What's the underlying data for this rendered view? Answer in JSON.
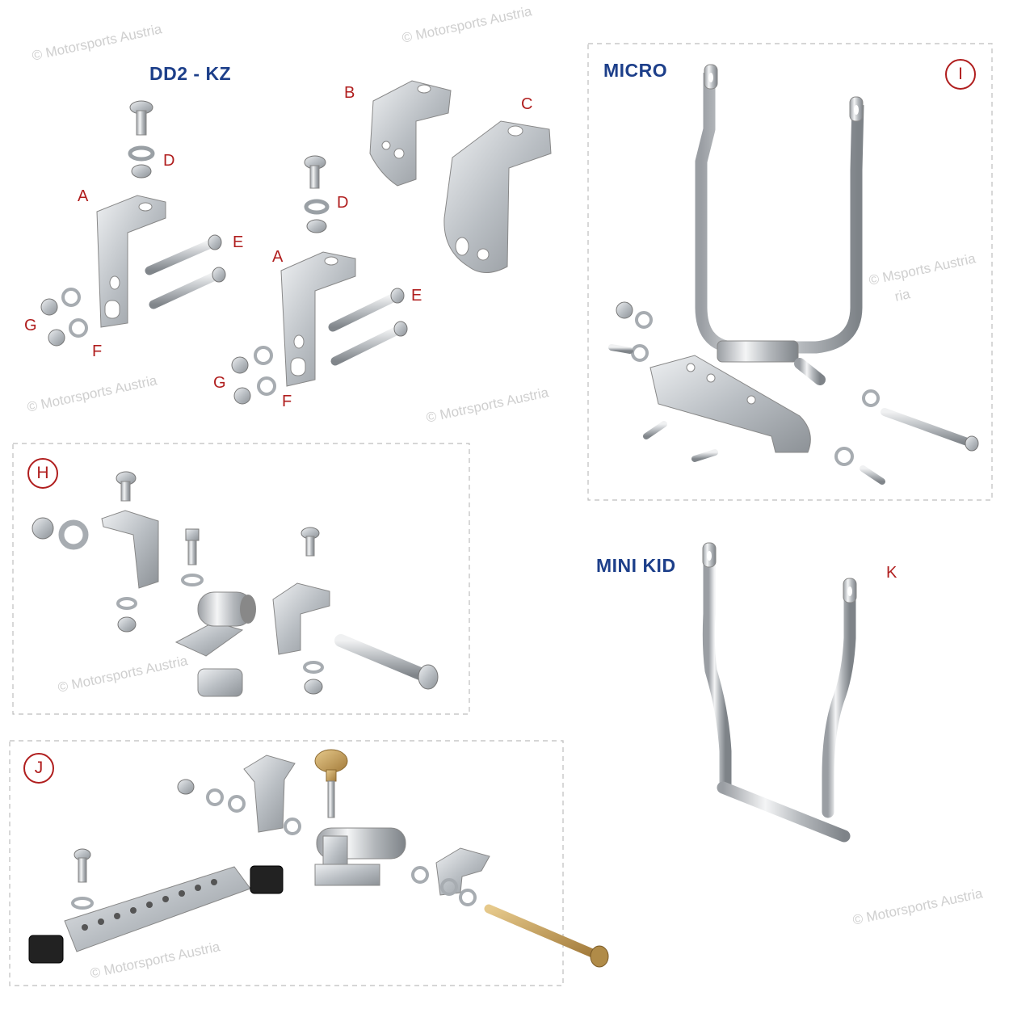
{
  "watermarks": [
    "© Motorsports Austria",
    "© Motorsports Austria",
    "© Motorsports Austria",
    "© Motrsports Austria",
    "© Msports Austria",
    "ria",
    "© Motorsports Austria",
    "© Motorsports Austria",
    "© Motorsports Austria"
  ],
  "groups": {
    "dd2": "DD2 - KZ",
    "micro": "MICRO",
    "minikid": "MINI KID"
  },
  "labels": {
    "A1": "A",
    "B": "B",
    "C": "C",
    "D1": "D",
    "E1": "E",
    "F1": "F",
    "G1": "G",
    "A2": "A",
    "D2": "D",
    "E2": "E",
    "F2": "F",
    "G2": "G",
    "H": "H",
    "I": "I",
    "J": "J",
    "K": "K"
  },
  "colors": {
    "title_blue": "#1d3f8a",
    "label_red": "#b01e1e",
    "metal": "#c8ccd0",
    "border_dash": "#bdbdbd"
  }
}
